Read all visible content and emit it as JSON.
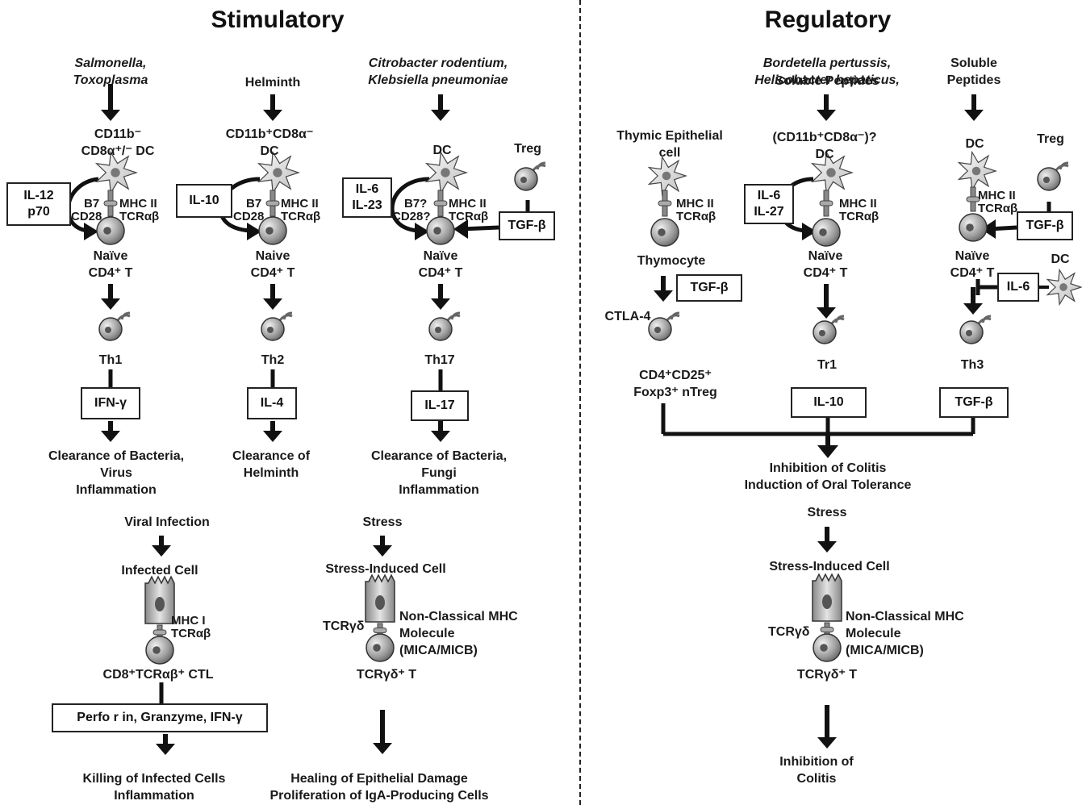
{
  "titles": {
    "stimulatory": "Stimulatory",
    "regulatory": "Regulatory"
  },
  "th1": {
    "trigger": "Salmonella,\nToxoplasma",
    "dc": "CD11b⁻\nCD8α⁺/⁻ DC",
    "cytokine_in": "IL-12\np70",
    "b7": "B7",
    "cd28": "CD28",
    "mhc": "MHC II",
    "tcr": "TCRαβ",
    "naive": "Naïve\nCD4⁺ T",
    "cell": "Th1",
    "cytokine_out": "IFN-γ",
    "outcome": "Clearance of Bacteria,\nVirus\nInflammation"
  },
  "th2": {
    "trigger": "Helminth",
    "dc": "CD11b⁺CD8α⁻\nDC",
    "cytokine_in": "IL-10",
    "b7": "B7",
    "cd28": "CD28",
    "mhc": "MHC II",
    "tcr": "TCRαβ",
    "naive": "Naive\nCD4⁺ T",
    "cell": "Th2",
    "cytokine_out": "IL-4",
    "outcome": "Clearance of\nHelminth"
  },
  "th17": {
    "trigger": "Citrobacter rodentium,\nKlebsiella pneumoniae",
    "dc": "DC",
    "treg": "Treg",
    "cytokine_in": "IL-6\nIL-23",
    "tgf": "TGF-β",
    "b7": "B7?",
    "cd28": "CD28?",
    "mhc": "MHC II",
    "tcr": "TCRαβ",
    "naive": "Naïve\nCD4⁺ T",
    "cell": "Th17",
    "cytokine_out": "IL-17",
    "outcome": "Clearance of Bacteria,\nFungi\nInflammation"
  },
  "ctl": {
    "trigger": "Viral Infection",
    "infected": "Infected Cell",
    "mhc": "MHC I",
    "tcr": "TCRαβ",
    "cell": "CD8⁺TCRαβ⁺ CTL",
    "effectors": "Perfo r in, Granzyme, IFN-γ",
    "outcome": "Killing of Infected Cells\nInflammation"
  },
  "gd_stim": {
    "trigger": "Stress",
    "stressed": "Stress-Induced Cell",
    "tcr": "TCRγδ",
    "mhc": "Non-Classical MHC\nMolecule\n(MICA/MICB)",
    "cell": "TCRγδ⁺ T",
    "outcome": "Healing of Epithelial Damage\nProliferation of IgA-Producing Cells"
  },
  "ntreg": {
    "source": "Thymic Epithelial\ncell",
    "mhc": "MHC II",
    "tcr": "TCRαβ",
    "thymocyte": "Thymocyte",
    "tgf": "TGF-β",
    "ctla4": "CTLA-4",
    "cell": "CD4⁺CD25⁺\nFoxp3⁺ nTreg"
  },
  "tr1": {
    "trigger": "Bordetella pertussis,\nHelicobacter hepaticus,",
    "trigger2": "Soluble Peptides",
    "dc": "(CD11b⁺CD8α⁻)?\nDC",
    "cytokine_in": "IL-6\nIL-27",
    "mhc": "MHC II",
    "tcr": "TCRαβ",
    "naive": "Naïve\nCD4⁺ T",
    "cell": "Tr1",
    "cytokine_out": "IL-10"
  },
  "th3": {
    "trigger": "Soluble\nPeptides",
    "dc": "DC",
    "treg": "Treg",
    "mhc": "MHC II",
    "tcr": "TCRαβ",
    "tgf_in": "TGF-β",
    "naive": "Naïve\nCD4⁺ T",
    "il6": "IL-6",
    "dc2": "DC",
    "cell": "Th3",
    "cytokine_out": "TGF-β"
  },
  "reg_outcome": "Inhibition of Colitis\nInduction of Oral Tolerance",
  "gd_reg": {
    "trigger": "Stress",
    "stressed": "Stress-Induced Cell",
    "tcr": "TCRγδ",
    "mhc": "Non-Classical MHC\nMolecule\n(MICA/MICB)",
    "cell": "TCRγδ⁺ T",
    "outcome": "Inhibition of\nColitis"
  }
}
